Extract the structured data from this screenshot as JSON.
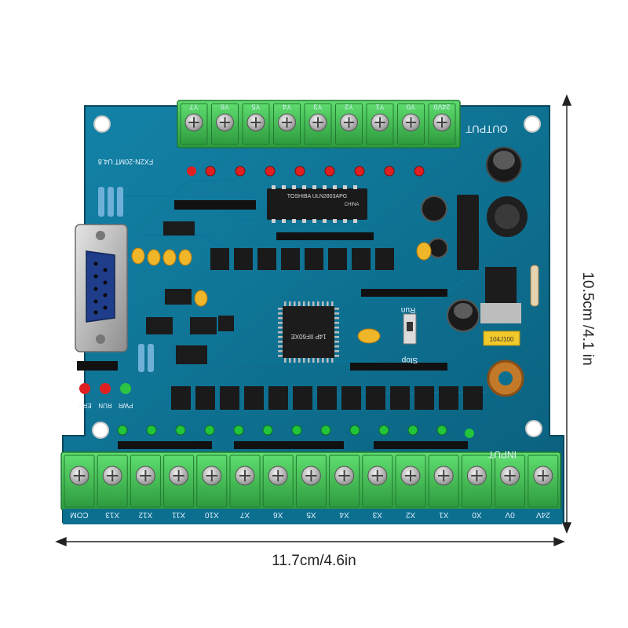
{
  "dimensions": {
    "width_label": "11.7cm/4.6in",
    "height_label": "10.5cm /4.1 in"
  },
  "board": {
    "model_label": "FX2N-20MT U4.8",
    "output_label": "OUTPUT",
    "input_label": "INPUT",
    "chip_main": "TOSHIBA ULN2803APG",
    "chip_main_origin": "CHINA",
    "mcu": "14P IIF60XE",
    "inductor_label": "104J100",
    "run_label": "Run",
    "stop_label": "Stop",
    "status_leds": [
      "ERR",
      "RUN",
      "PWR"
    ],
    "output_terminals": [
      "Y7",
      "Y6",
      "Y5",
      "Y4",
      "Y3",
      "Y2",
      "Y1",
      "Y0",
      "24V0"
    ],
    "input_terminals": [
      "COM",
      "X13",
      "X12",
      "X11",
      "X10",
      "X7",
      "X6",
      "X5",
      "X4",
      "X3",
      "X2",
      "X1",
      "X0",
      "0V",
      "24V"
    ]
  },
  "colors": {
    "pcb": "#0d6f8f",
    "pcb_dark": "#0a5a76",
    "terminal_green": "#46c85a",
    "terminal_green_dark": "#2f9a40",
    "led_red": "#e02020",
    "led_green": "#22c43a"
  }
}
